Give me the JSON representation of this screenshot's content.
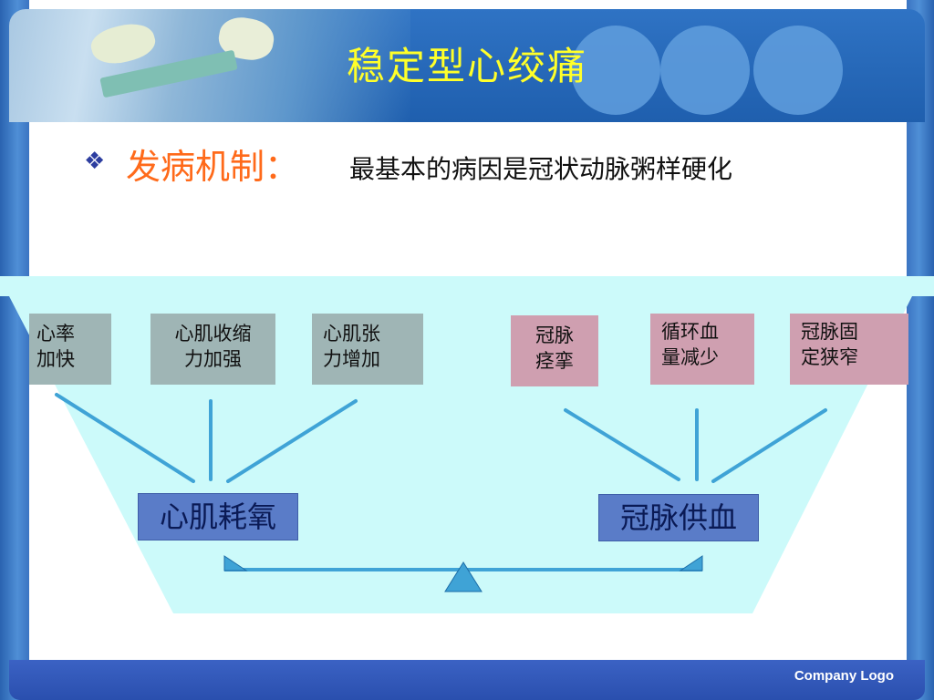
{
  "title": "稳定型心绞痛",
  "bullet_symbol": "❖",
  "heading": "发病机制：",
  "subtext": "最基本的病因是冠状动脉粥样硬化",
  "left_factors": [
    {
      "line1": "心率",
      "line2": "加快"
    },
    {
      "line1": "心肌收缩",
      "line2": "力加强"
    },
    {
      "line1": "心肌张",
      "line2": "力增加"
    }
  ],
  "right_factors": [
    {
      "line1": "冠脉",
      "line2": "痉挛"
    },
    {
      "line1": "循环血",
      "line2": "量减少"
    },
    {
      "line1": "冠脉固",
      "line2": "定狭窄"
    }
  ],
  "left_summary": "心肌耗氧",
  "right_summary": "冠脉供血",
  "footer_logo": "Company Logo",
  "colors": {
    "title": "#ffff2a",
    "heading": "#ff6a1a",
    "band": "#ccfafa",
    "connector": "#3fa3d6",
    "left_box": "#9fb5b5",
    "right_box": "#cf9fb0",
    "summary_box": "#5a7cc8"
  }
}
